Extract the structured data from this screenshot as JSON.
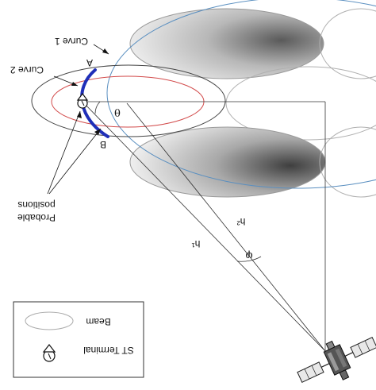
{
  "labels": {
    "curve1": "Curve 1",
    "curve2": "Curve 2",
    "point_a": "A",
    "point_b": "B",
    "probable_positions_line1": "Probable",
    "probable_positions_line2": "positions",
    "theta": "θ",
    "phi": "φ",
    "h1": "h¹",
    "h2": "h²"
  },
  "legend": {
    "beam_label": "Beam",
    "terminal_label": "ST Terminal"
  },
  "colors": {
    "curve1": "#5a8fc0",
    "curve2": "#d24a4a",
    "arc": "#1f2fb8",
    "outline": "#444444"
  }
}
